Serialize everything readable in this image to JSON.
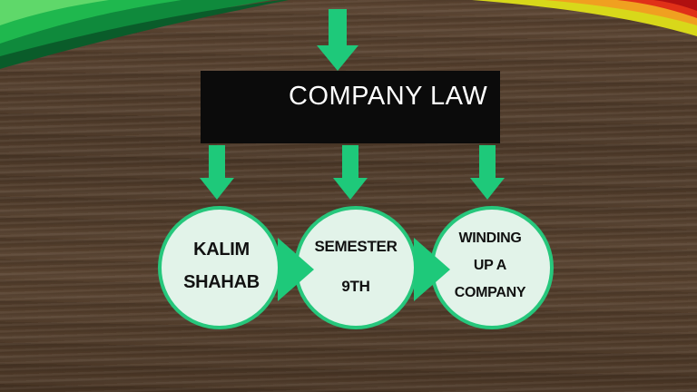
{
  "title": "COMPANY LAW",
  "nodes": [
    {
      "line1": "KALIM",
      "line2": "SHAHAB"
    },
    {
      "line1": "SEMESTER",
      "line2": "9TH"
    },
    {
      "line1": "WINDING",
      "line2": "UP A",
      "line3": "COMPANY"
    }
  ],
  "colors": {
    "accent": "#1ec97a",
    "circle_fill": "#e2f3e9",
    "title_box": "#0b0b0b"
  }
}
